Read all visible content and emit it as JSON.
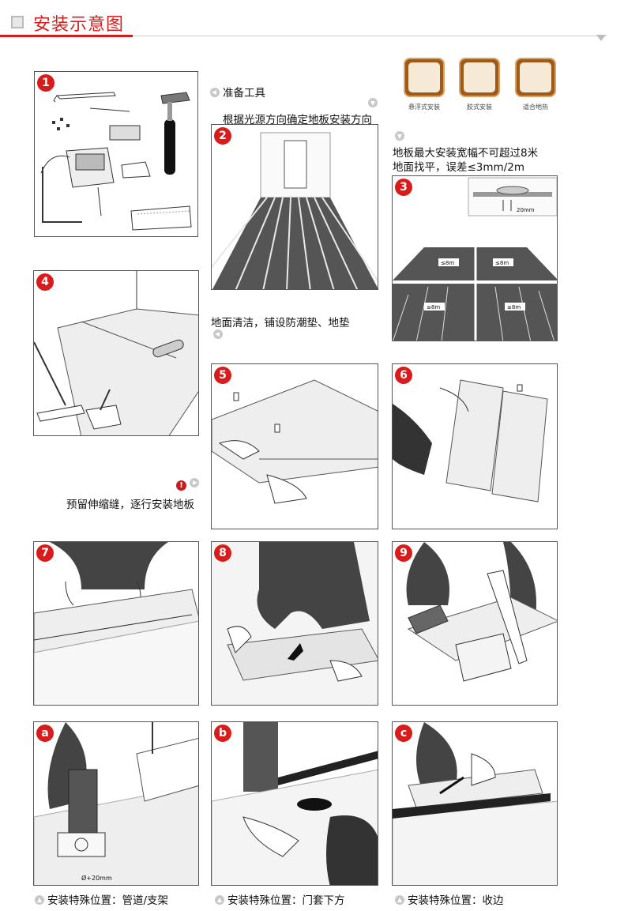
{
  "header": {
    "title": "安装示意图"
  },
  "steps": {
    "s1": "1",
    "s2": "2",
    "s3": "3",
    "s4": "4",
    "s5": "5",
    "s6": "6",
    "s7": "7",
    "s8": "8",
    "s9": "9",
    "sa": "a",
    "sb": "b",
    "sc": "c"
  },
  "captions": {
    "tools": "准备工具",
    "direction": "根据光源方向确定地板安装方向",
    "width_limit_line1": "地板最大安装宽幅不可超过8米",
    "width_limit_line2": "地面找平，误差≤3mm/2m",
    "clean": "地面清洁，铺设防潮垫、地垫",
    "expansion": "预留伸缩缝，逐行安装地板",
    "special_pipe": "安装特殊位置：管道/支架",
    "special_door": "安装特殊位置：门套下方",
    "special_edge": "安装特殊位置：收边"
  },
  "methods": [
    {
      "label": "悬浮式安装"
    },
    {
      "label": "胶式安装"
    },
    {
      "label": "适合地热"
    }
  ],
  "annotations": {
    "gap": "20mm",
    "span_tl": "≤8m",
    "span_tr": "≤8m",
    "span_bl": "≤8m",
    "span_br": "≤8m",
    "pipe_gap": "Ø+20mm"
  },
  "colors": {
    "accent": "#d81c1c",
    "brown": "#a05a18",
    "gray": "#555555"
  }
}
